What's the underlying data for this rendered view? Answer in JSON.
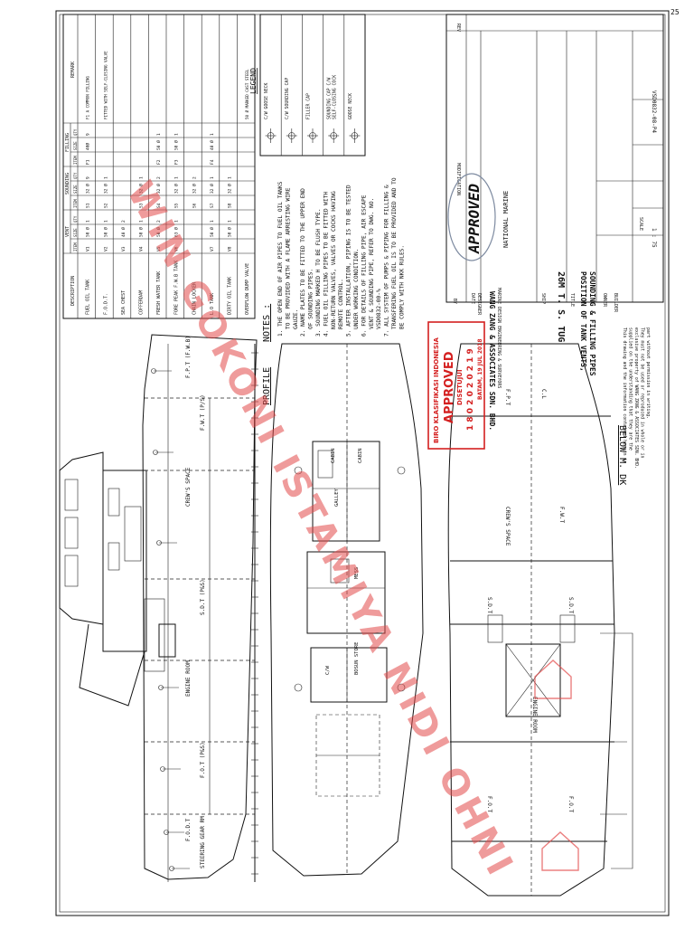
{
  "page_number": "25",
  "table": {
    "headers": {
      "description": "DESCRIPTION",
      "vent": "VENT",
      "sounding": "SOUNDING",
      "filling": "FILLING",
      "remark": "REMARK",
      "item": "ITEM",
      "size": "SIZE",
      "qty": "QTY"
    },
    "rows": [
      {
        "desc": "FUEL OIL TANK",
        "vent": [
          "V1",
          "50 Ø",
          "1"
        ],
        "sound": [
          "S1",
          "32 Ø",
          "9"
        ],
        "fill": [
          "F1",
          "40Ø",
          "9"
        ],
        "remark": "F1 A COMMON FILLING"
      },
      {
        "desc": "F.O.D.T.",
        "vent": [
          "V2",
          "50 Ø",
          "1"
        ],
        "sound": [
          "S2",
          "32 Ø",
          "1"
        ],
        "fill": [
          "",
          "",
          ""
        ],
        "remark": "FITTED WITH SELF-CLOSING VALVE"
      },
      {
        "desc": "SEA CHEST",
        "vent": [
          "V3",
          "40 Ø",
          "2"
        ],
        "sound": [
          "",
          "",
          ""
        ],
        "fill": [
          "",
          "",
          ""
        ],
        "remark": ""
      },
      {
        "desc": "COFFERDAM",
        "vent": [
          "V4",
          "50 Ø",
          "1"
        ],
        "sound": [
          "S3",
          "32 Ø",
          "1"
        ],
        "fill": [
          "",
          "",
          ""
        ],
        "remark": ""
      },
      {
        "desc": "FRESH WATER TANK",
        "vent": [
          "V5",
          "50 Ø",
          "2"
        ],
        "sound": [
          "S4",
          "32 Ø",
          "2"
        ],
        "fill": [
          "F2",
          "50 Ø",
          "1"
        ],
        "remark": ""
      },
      {
        "desc": "FORE PEAK F.W.B TANK",
        "vent": [
          "V6",
          "63 Ø",
          "1"
        ],
        "sound": [
          "S5",
          "32 Ø",
          "1"
        ],
        "fill": [
          "F3",
          "50 Ø",
          "1"
        ],
        "remark": ""
      },
      {
        "desc": "CHAIN LOCKER",
        "vent": [
          "",
          "",
          ""
        ],
        "sound": [
          "S6",
          "32 Ø",
          "2"
        ],
        "fill": [
          "",
          "",
          ""
        ],
        "remark": ""
      },
      {
        "desc": "L.O TANK",
        "vent": [
          "V7",
          "50 Ø",
          "1"
        ],
        "sound": [
          "S7",
          "32 Ø",
          "1"
        ],
        "fill": [
          "F4",
          "40 Ø",
          "1"
        ],
        "remark": ""
      },
      {
        "desc": "DIRTY OIL TANK",
        "vent": [
          "V8",
          "50 Ø",
          "1"
        ],
        "sound": [
          "S8",
          "32 Ø",
          "1"
        ],
        "fill": [
          "",
          "",
          ""
        ],
        "remark": ""
      },
      {
        "desc": "OVERFLOW DUMP VALVE",
        "vent": [
          "",
          "",
          ""
        ],
        "sound": [
          "",
          "",
          ""
        ],
        "fill": [
          "",
          "",
          ""
        ],
        "remark": "50 Ø MARKED CAST STEEL"
      }
    ]
  },
  "notes": {
    "title": "NOTES :",
    "items": [
      "1. THE OPEN END OF AIR PIPES TO FUEL OIL TANKS TO BE PROVIDED WITH A FLAME ARRESTING WIRE GAUZE.",
      "2. NAME PLATES TO BE FITTED TO THE UPPER END OF SOUNDING PIPES.",
      "3. SOUNDING MARKED H TO BE FLUSH TYPE.",
      "4. FUEL OIL FILLING PIPES TO BE FITTED WITH NON-RETURN VALVES, VALVES OR COCKS HAVING REMOTE CONTROL.",
      "5. AFTER INSTALLATION, PIPING IS TO BE TESTED UNDER WORKING CONDITION.",
      "6. FOR DETAILS OF FILLING PIPE, AIR ESCAPE VENT & SOUNDING PIPE, REFER TO DWG. NO. VSD0832-00-%",
      "7. ALL SYSTEM OF PUMPS & PIPING FOR FILLING & TRANSFERING FUEL OIL IS TO BE PROVIDED AND TO BE COMPLY WITH NKK RULES."
    ]
  },
  "legend": {
    "title": "LEGEND",
    "items": [
      {
        "label": "C/W GOOSE NECK",
        "icon": "goose-neck-icon"
      },
      {
        "label": "C/W SOUNDING CAP",
        "icon": "sounding-cap-icon"
      },
      {
        "label": "FILLER CAP",
        "icon": "filler-cap-icon"
      },
      {
        "label": "SOUNDING CAP C/W SELF-CLOSING COCK",
        "icon": "self-closing-cock-icon"
      },
      {
        "label": "GOOSE NECK",
        "icon": "goose-neck-icon"
      }
    ]
  },
  "title_block": {
    "company": "WANG ZANG & ASSOCIATES SDN. BHD.",
    "company_sub": "MARINE DESIGN ENGINEERING & SURVEYORS",
    "project": "26M T. S. TUG",
    "drawing_title_1": "POSITION OF TANK VENTS,",
    "drawing_title_2": "SOUNDING & FILLING PIPES",
    "drawing_no": "VSD0832-08-P4",
    "scale": "1 : 75",
    "labels": {
      "date": "DATE",
      "designer": "DESIGNER",
      "owner": "OWNER",
      "builder": "BUILDER",
      "title": "TITLE",
      "ship": "SHIP",
      "scale": "SCALE",
      "modification": "MODIFICATION",
      "rev": "REV",
      "by": "BY"
    },
    "copyright": "This drawing and the information contained herein is supplied on the understanding that they are the exclusive property of WANG ZANG & ASSOCIATES SDN. BHD. They must not be used or reproduced in whole or in part without permission in writing."
  },
  "views": {
    "profile": "PROFILE",
    "below_deck": "BELOW M. DK"
  },
  "stamps": {
    "approved": {
      "text": "APPROVED",
      "label": "NATIONAL MARINE"
    },
    "bki": {
      "org": "BIRO KLASIFIKASI INDONESIA",
      "status": "APPROVED",
      "sub": "DISETUJUI",
      "number": "1 8 0 2 0 2 0 2 1 9",
      "place_date": "BATAM, 19 JUL 2018"
    }
  },
  "watermark": "WIN GOKONI ISTAMIYA NIDI OHNI",
  "colors": {
    "ink": "#111111",
    "stamp_red": "#d41f1f",
    "watermark_red": "#e24a4a"
  },
  "zones": {
    "profile": [
      "F.P.T (F.W.B)",
      "F.W.T (P/S)",
      "CREW'S SPACE",
      "S.D.T (P&S)",
      "ENGINE ROOM",
      "F.O.T (P&S)",
      "F.O.D.T",
      "STEERING GEAR RM"
    ],
    "main_deck": [
      "CABIN",
      "CABIN",
      "GALLEY",
      "MESS",
      "C/W",
      "BOSUN STORE"
    ],
    "below": [
      "F.P.T",
      "C.L",
      "CREW'S SPACE",
      "F.W.T",
      "S.D.T",
      "S.D.T",
      "ENGINE ROOM",
      "F.O.T",
      "F.O.T"
    ]
  }
}
